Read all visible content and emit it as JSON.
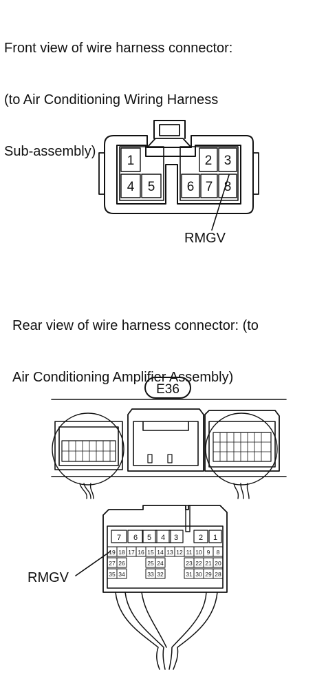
{
  "front_caption_lines": [
    "Front view of wire harness connector:",
    "(to Air Conditioning Wiring Harness",
    "Sub-assembly)"
  ],
  "rear_caption_lines": [
    "Rear view of wire harness connector: (to",
    "Air Conditioning Amplifier Assembly)"
  ],
  "front_connector": {
    "pins": [
      "1",
      "2",
      "3",
      "4",
      "5",
      "6",
      "7",
      "8"
    ],
    "callout_label": "RMGV",
    "callout_pin": "8"
  },
  "rear_connector": {
    "code": "E36",
    "callout_label": "RMGV",
    "callout_pin": "19",
    "top_row_pins": [
      "7",
      "6",
      "5",
      "4",
      "3",
      "2",
      "1"
    ],
    "row2_pins": [
      "19",
      "18",
      "17",
      "16",
      "15",
      "14",
      "13",
      "12",
      "11",
      "10",
      "9",
      "8"
    ],
    "row3_pins": [
      "27",
      "26",
      "25",
      "24",
      "23",
      "22",
      "21",
      "20"
    ],
    "row4_pins": [
      "35",
      "34",
      "33",
      "32",
      "31",
      "30",
      "29",
      "28"
    ]
  }
}
